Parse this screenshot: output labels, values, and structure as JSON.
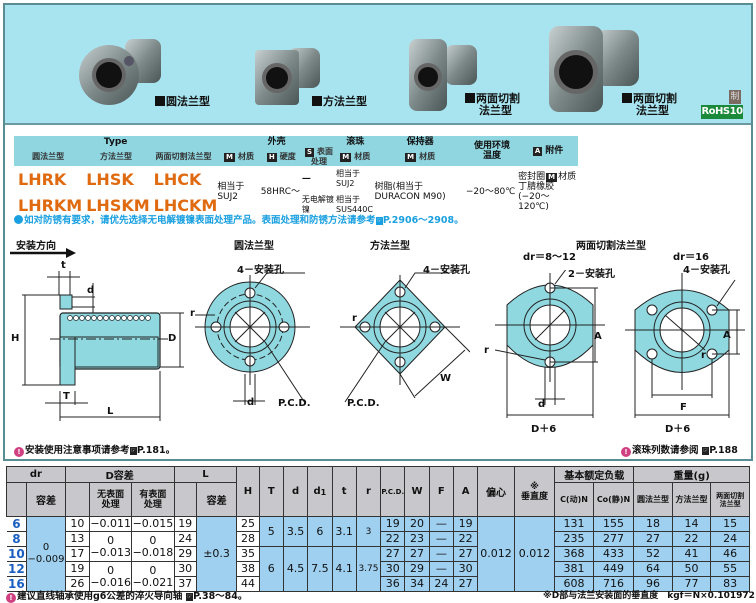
{
  "banner": {
    "products": [
      {
        "label_line1": "圆法兰型",
        "label_line2": ""
      },
      {
        "label_line1": "方法兰型",
        "label_line2": ""
      },
      {
        "label_line1": "两面切割",
        "label_line2": "法兰型"
      },
      {
        "label_line1": "两面切割",
        "label_line2": "法兰型"
      }
    ],
    "rohs_mark": "制",
    "rohs_label": "RoHS10"
  },
  "spec_table": {
    "type_header": "Type",
    "type_cols": [
      "圆法兰型",
      "方法兰型",
      "两面切割法兰型"
    ],
    "housing_header": "外壳",
    "housing_cols": [
      {
        "badge": "M",
        "label": "材质"
      },
      {
        "badge": "H",
        "label": "硬度"
      },
      {
        "badge": "S",
        "label": "表面处理"
      }
    ],
    "ball_header": "滚珠",
    "ball_col": {
      "badge": "M",
      "label": "材质"
    },
    "retainer_header": "保持器",
    "retainer_col": {
      "badge": "M",
      "label": "材质"
    },
    "temp_header": "使用环境温度",
    "accessory_header": {
      "badge": "A",
      "label": "附件"
    },
    "rows": [
      {
        "codes": [
          "LHRK",
          "LHSK",
          "LHCK"
        ],
        "surface": "—",
        "ball": "相当于SUJ2"
      },
      {
        "codes": [
          "LHRKM",
          "LHSKM",
          "LHCKM"
        ],
        "surface": "无电解镀镍",
        "ball": "相当于SUS440C"
      }
    ],
    "housing_material": "相当于SUJ2",
    "hardness": "58HRC～",
    "retainer_material": "树脂(相当于DURACON M90)",
    "temperature": "−20～80℃",
    "accessory_line1": "密封圈",
    "accessory_badge": "M",
    "accessory_line2": "材质",
    "accessory_line3": "丁腈橡胶",
    "accessory_line4": "(−20～120℃)"
  },
  "rust_note": "如对防锈有要求，请优先选择无电解镀镍表面处理产品。表面处理和防锈方法请参考",
  "rust_note_ref": "P.2906～2908。",
  "drawings": {
    "mount_direction": "安装方向",
    "round_title": "圆法兰型",
    "square_title": "方法兰型",
    "cut_title": "两面切割法兰型",
    "cut_dr_a": "dr＝8～12",
    "cut_dr_b": "dr＝16",
    "holes_4": "4－安装孔",
    "holes_2": "2－安装孔",
    "labels": {
      "t": "t",
      "d": "d",
      "H": "H",
      "D": "D",
      "T": "T",
      "L": "L",
      "r": "r",
      "d1": "d",
      "pcd": "P.C.D.",
      "W": "W",
      "A": "A",
      "F": "F",
      "D6": "D＋6",
      "dr": "dr"
    },
    "install_note": "安装使用注意事项请参考",
    "install_ref": "P.181。",
    "ball_note": "滚珠列数请参阅",
    "ball_ref": "P.188"
  },
  "dim_table": {
    "headers": {
      "dr": "dr",
      "tol": "容差",
      "D_tol": "D容差",
      "no_surface": "无表面处理",
      "with_surface": "有表面处理",
      "L": "L",
      "L_tol": "容差",
      "H": "H",
      "T": "T",
      "d": "d",
      "d1": "d",
      "d1_sub": "1",
      "t": "t",
      "r": "r",
      "pcd": "P.C.D.",
      "W": "W",
      "F": "F",
      "A": "A",
      "ecc": "偏心",
      "perp_mark": "※",
      "perp": "垂直度",
      "load": "基本额定负载",
      "C": "C(动)N",
      "C0": "Co(静)N",
      "weight": "重量(g)",
      "w_round": "圆法兰型",
      "w_square": "方法兰型",
      "w_cut": "两面切割法兰型"
    },
    "dr_tol": [
      "0",
      "−0.009"
    ],
    "L_tol": "±0.3",
    "ecc": "0.012",
    "perp": "0.012",
    "rows": [
      {
        "dr": "6",
        "D": "10",
        "L": "19",
        "H": "25",
        "pcd": "19",
        "W": "20",
        "F": "—",
        "A": "19",
        "C": "131",
        "C0": "155",
        "wr": "18",
        "ws": "14",
        "wc": "15"
      },
      {
        "dr": "8",
        "D": "13",
        "L": "24",
        "H": "28",
        "pcd": "22",
        "W": "23",
        "F": "—",
        "A": "22",
        "C": "235",
        "C0": "277",
        "wr": "27",
        "ws": "22",
        "wc": "24"
      },
      {
        "dr": "10",
        "D": "17",
        "L": "29",
        "H": "35",
        "pcd": "27",
        "W": "27",
        "F": "—",
        "A": "27",
        "C": "368",
        "C0": "433",
        "wr": "52",
        "ws": "41",
        "wc": "46"
      },
      {
        "dr": "12",
        "D": "19",
        "L": "30",
        "H": "38",
        "pcd": "30",
        "W": "29",
        "F": "—",
        "A": "30",
        "C": "381",
        "C0": "449",
        "wr": "64",
        "ws": "50",
        "wc": "55"
      },
      {
        "dr": "16",
        "D": "26",
        "L": "37",
        "H": "44",
        "pcd": "36",
        "W": "34",
        "F": "24",
        "A": "27",
        "C": "608",
        "C0": "716",
        "wr": "96",
        "ws": "77",
        "wc": "83"
      }
    ],
    "groups": [
      {
        "T": "5",
        "d": "3.5",
        "d1": "6",
        "t": "3.1",
        "r": "3"
      },
      {
        "T": "6",
        "d": "4.5",
        "d1": "7.5",
        "t": "4.1",
        "r": "3.75"
      }
    ],
    "D_tol_groups": [
      {
        "no": "−0.011",
        "no_top": "0",
        "with": "−0.015",
        "with_top": "0"
      },
      {
        "no_top": "0",
        "no": "−0.013",
        "with_top": "0",
        "with": "−0.018"
      },
      {
        "no_top": "0",
        "no": "−0.016",
        "with_top": "0",
        "with": "−0.021"
      }
    ],
    "note_left": "建议直线轴承使用g6公差的淬火导向轴",
    "note_left_ref": "P.38～84。",
    "note_right": "※D部与法兰安装面的垂直度　kgf＝N×0.101972"
  },
  "colors": {
    "banner": "#a8e4ef",
    "header": "#8fd6e0",
    "code": "#e06a10",
    "part": "#8fd8e0",
    "table_blue": "#9fd0f0",
    "dr_blue": "#1a5fc0",
    "note_blue": "#1aa0e0"
  }
}
